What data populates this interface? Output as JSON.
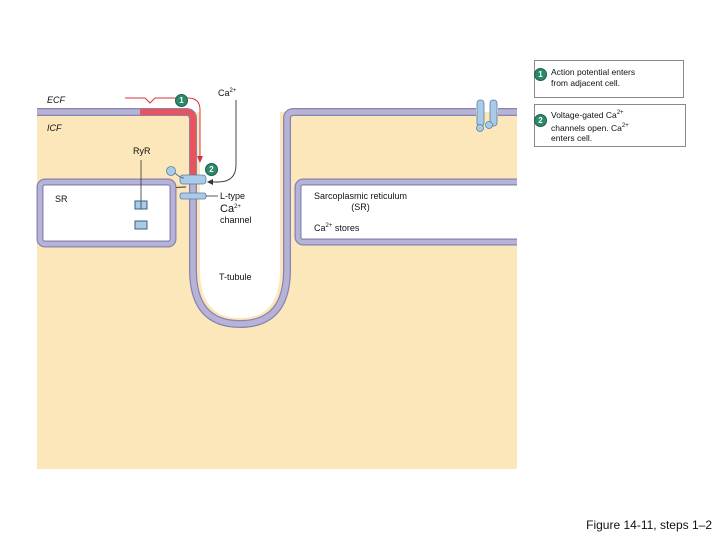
{
  "labels": {
    "ecf": "ECF",
    "icf": "ICF",
    "ryr": "RyR",
    "sr": "SR",
    "ca_top": "Ca",
    "ca_top_sup": "2+",
    "ltype_line1": "L-type",
    "ltype_ca": "Ca",
    "ltype_ca_sup": "2+",
    "ltype_line3": "channel",
    "sr_title_line1": "Sarcoplasmic reticulum",
    "sr_title_line2": "(SR)",
    "ca_stores_ca": "Ca",
    "ca_stores_sup": "2+",
    "ca_stores_rest": " stores",
    "t_tubule": "T-tubule"
  },
  "markers": {
    "m1": "1",
    "m2": "2"
  },
  "steps": [
    {
      "number": "1",
      "text_line1": "Action potential enters",
      "text_line2": "from adjacent cell."
    },
    {
      "number": "2",
      "text_line1": "Voltage-gated Ca",
      "text_line1_sup": "2+",
      "text_line2": "channels open. Ca",
      "text_line2_sup": "2+",
      "text_line3": "enters cell."
    }
  ],
  "caption": "Figure 14-11, steps 1–2",
  "colors": {
    "cytoplasm": "#fbe7b9",
    "membrane": "#b6b3d6",
    "membrane_outline": "#8783b3",
    "action_potential": "#e8535c",
    "channel": "#a9cbe8",
    "badge": "#2a8a6a"
  }
}
